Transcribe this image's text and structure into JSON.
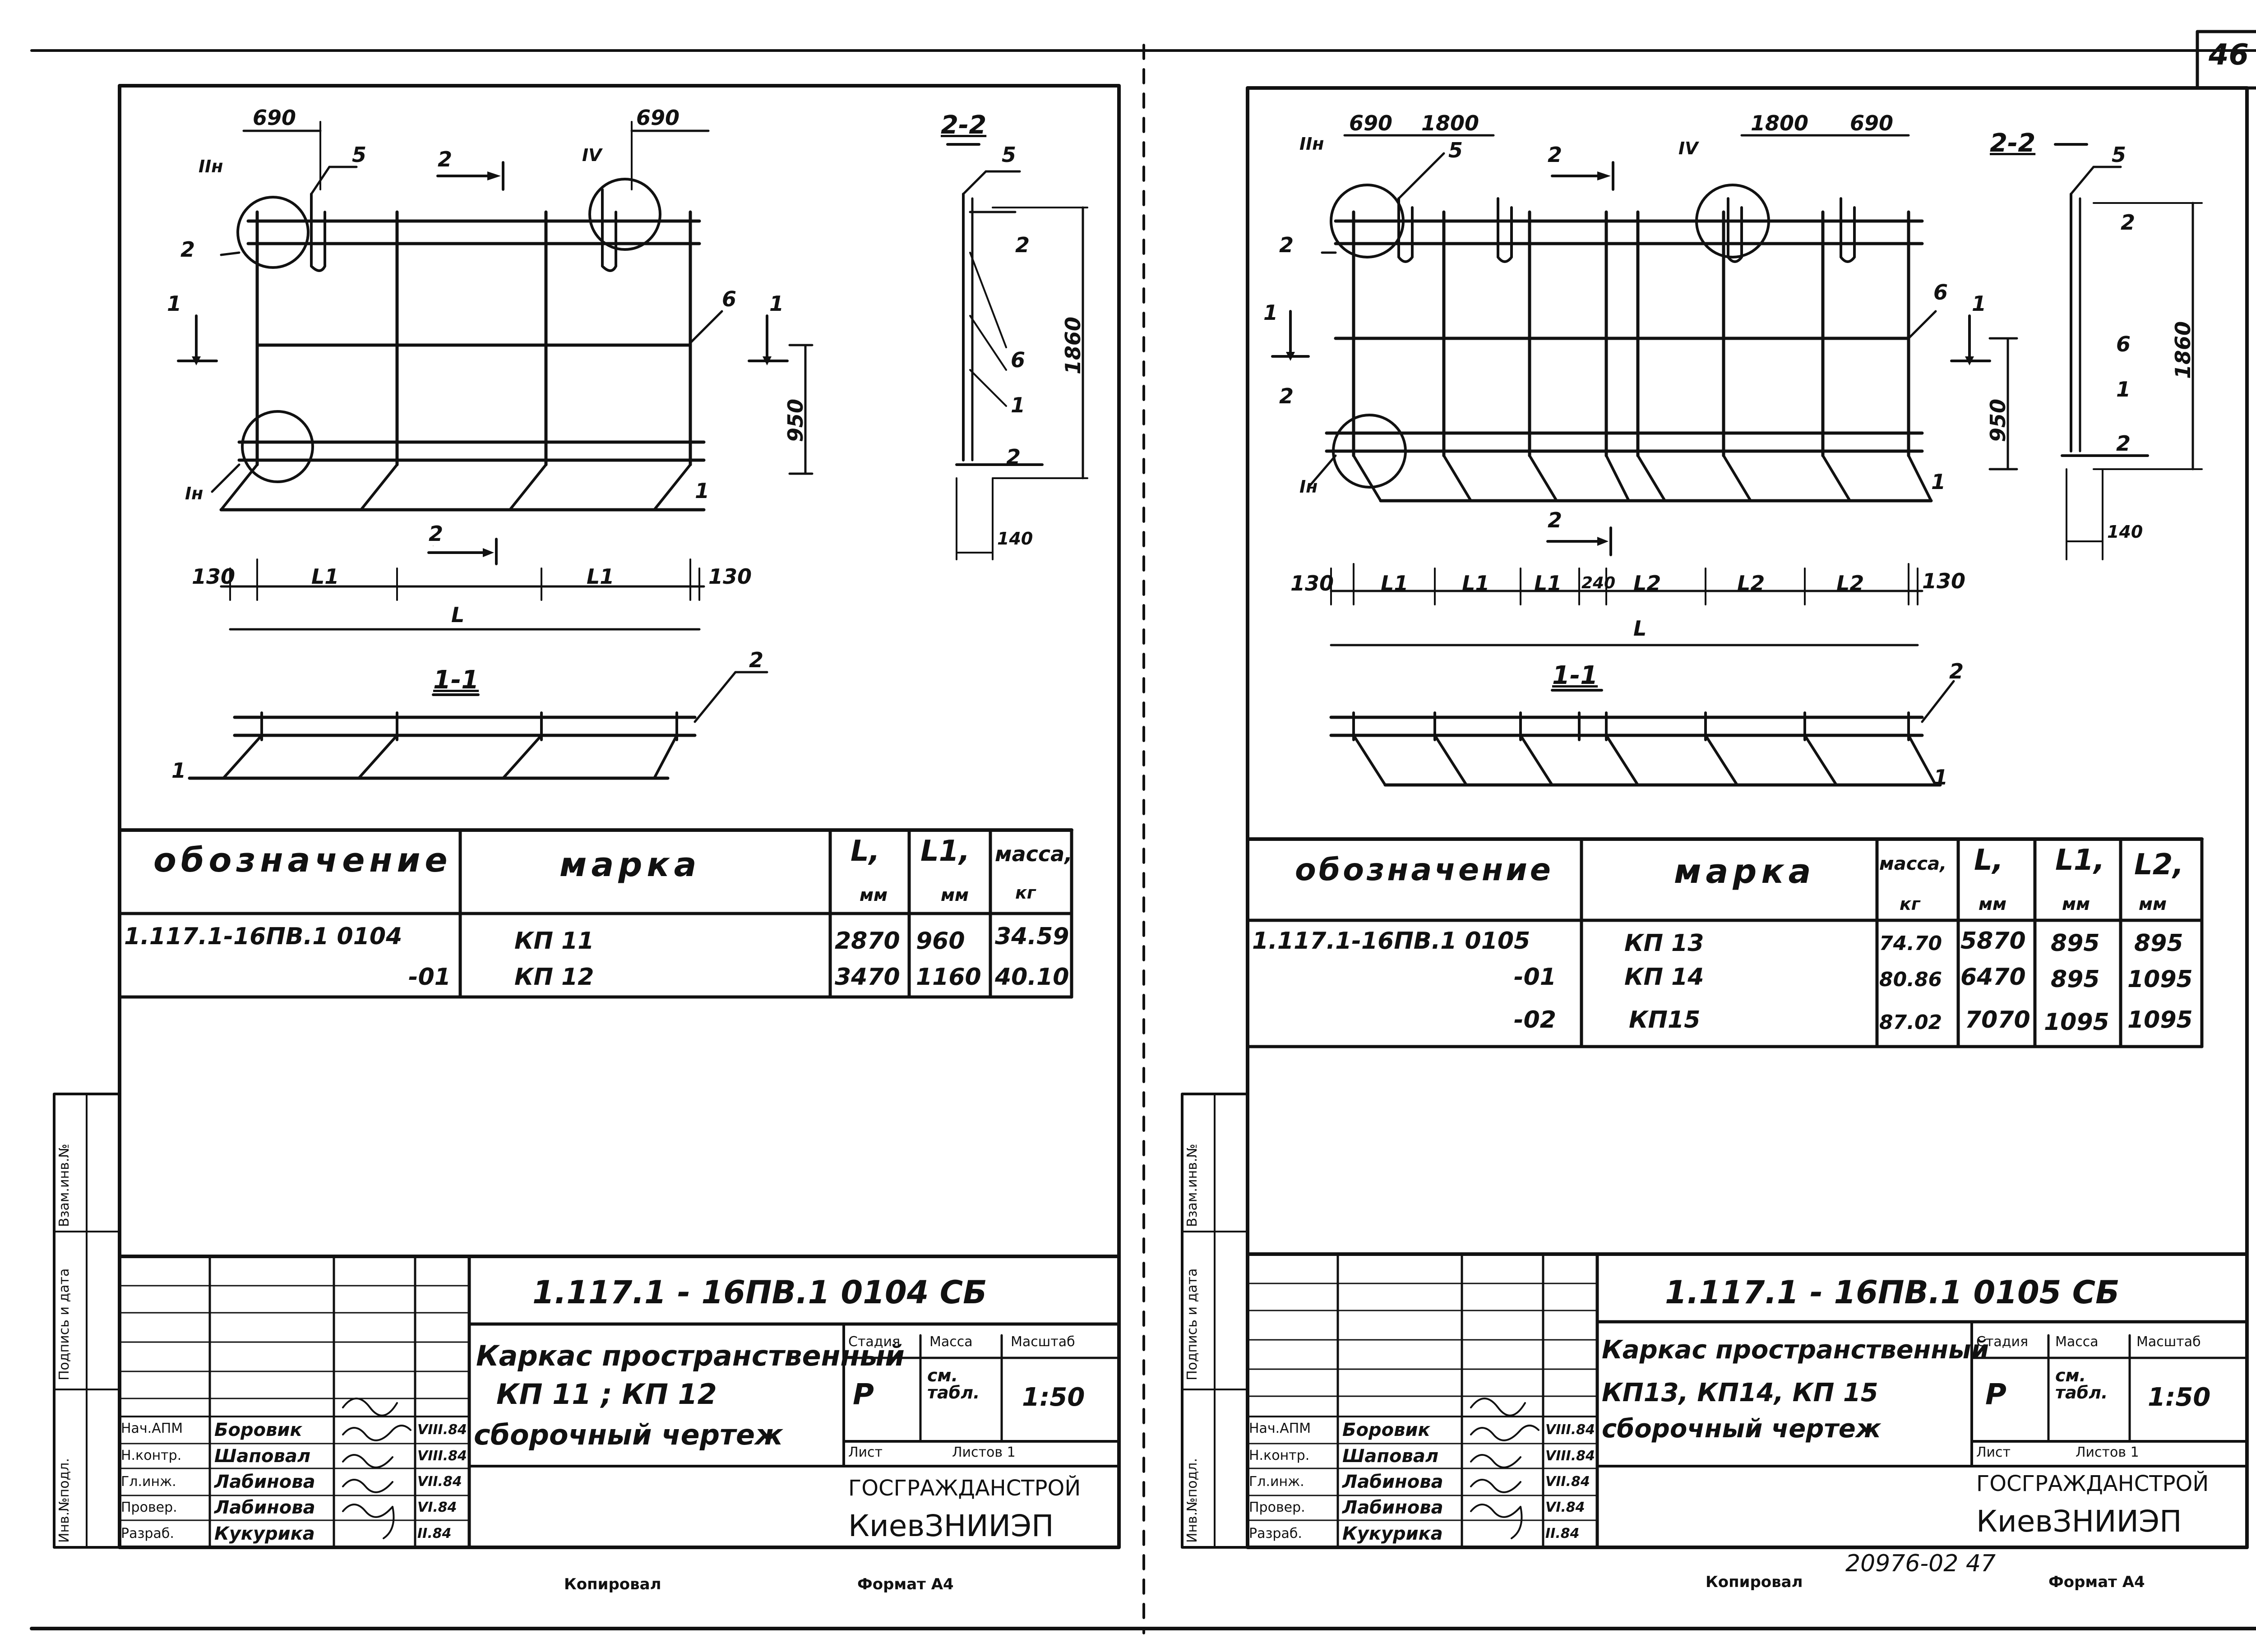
{
  "page_number": "46",
  "footer": {
    "copied": "Копировал",
    "format": "Формат А4",
    "archive_number": "20976-02 47"
  },
  "sheets": [
    {
      "drawing": {
        "dims_top": [
          "690",
          "690"
        ],
        "callouts": [
          "IIн",
          "IV",
          "Iн",
          "1",
          "2",
          "5",
          "6"
        ],
        "section_labels": [
          "2-2",
          "1-1"
        ],
        "height_dims": [
          "950",
          "1860",
          "140"
        ],
        "bottom_dims": [
          "130",
          "L1",
          "L1",
          "130"
        ],
        "total": "L"
      },
      "table": {
        "headers": {
          "designation": "обозначение",
          "mark": "марка",
          "L": "L,",
          "L_unit": "мм",
          "L1": "L1,",
          "L1_unit": "мм",
          "mass": "масса,",
          "mass_unit": "кг"
        },
        "rows": [
          {
            "designation": "1.117.1-16ПВ.1 0104",
            "mark": "КП 11",
            "L": "2870",
            "L1": "960",
            "mass": "34.59"
          },
          {
            "designation": "-01",
            "mark": "КП 12",
            "L": "3470",
            "L1": "1160",
            "mass": "40.10"
          }
        ]
      },
      "title_block": {
        "doc_code": "1.117.1 - 16ПВ.1 0104 СБ",
        "title_line1": "Каркас пространственный",
        "title_line2": "КП 11 ; КП 12",
        "title_line3": "сборочный чертеж",
        "stage_label": "Стадия",
        "stage": "Р",
        "mass_label": "Масса",
        "mass": "см. табл.",
        "scale_label": "Масштаб",
        "scale": "1:50",
        "sheet_label": "Лист",
        "sheets_label": "Листов 1",
        "org1": "ГОСГРАЖДАНСТРОЙ",
        "org2": "КиевЗНИИЭП",
        "people": [
          {
            "role": "Нач.АПМ",
            "name": "Боровик",
            "date": "VIII.84"
          },
          {
            "role": "Н.контр.",
            "name": "Шаповал",
            "date": "VIII.84"
          },
          {
            "role": "Гл.инж.",
            "name": "Лабинова",
            "date": "VII.84"
          },
          {
            "role": "Провер.",
            "name": "Лабинова",
            "date": "VI.84"
          },
          {
            "role": "Разраб.",
            "name": "Кукурика",
            "date": "II.84"
          }
        ],
        "side": [
          "Инв.№подл.",
          "Подпись и дата",
          "Взам.инв.№"
        ]
      }
    },
    {
      "drawing": {
        "dims_top": [
          "690",
          "1800",
          "1800",
          "690"
        ],
        "callouts": [
          "IIн",
          "IV",
          "Iн",
          "1",
          "2",
          "5",
          "6"
        ],
        "section_labels": [
          "2-2",
          "1-1"
        ],
        "height_dims": [
          "950",
          "1860",
          "140"
        ],
        "bottom_dims": [
          "130",
          "L1",
          "L1",
          "L1",
          "240",
          "L2",
          "L2",
          "L2",
          "130"
        ],
        "total": "L"
      },
      "table": {
        "headers": {
          "designation": "обозначение",
          "mark": "марка",
          "mass": "масса,",
          "mass_unit": "кг",
          "L": "L,",
          "L_unit": "мм",
          "L1": "L1,",
          "L1_unit": "мм",
          "L2": "L2,",
          "L2_unit": "мм"
        },
        "rows": [
          {
            "designation": "1.117.1-16ПВ.1 0105",
            "mark": "КП 13",
            "mass": "74.70",
            "L": "5870",
            "L1": "895",
            "L2": "895"
          },
          {
            "designation": "-01",
            "mark": "КП 14",
            "mass": "80.86",
            "L": "6470",
            "L1": "895",
            "L2": "1095"
          },
          {
            "designation": "-02",
            "mark": "КП15",
            "mass": "87.02",
            "L": "7070",
            "L1": "1095",
            "L2": "1095"
          }
        ]
      },
      "title_block": {
        "doc_code": "1.117.1 - 16ПВ.1 0105 СБ",
        "title_line1": "Каркас пространственный",
        "title_line2": "КП13, КП14, КП 15",
        "title_line3": "сборочный чертеж",
        "stage_label": "Стадия",
        "stage": "Р",
        "mass_label": "Масса",
        "mass": "см. табл.",
        "scale_label": "Масштаб",
        "scale": "1:50",
        "sheet_label": "Лист",
        "sheets_label": "Листов 1",
        "org1": "ГОСГРАЖДАНСТРОЙ",
        "org2": "КиевЗНИИЭП",
        "people": [
          {
            "role": "Нач.АПМ",
            "name": "Боровик",
            "date": "VIII.84"
          },
          {
            "role": "Н.контр.",
            "name": "Шаповал",
            "date": "VIII.84"
          },
          {
            "role": "Гл.инж.",
            "name": "Лабинова",
            "date": "VII.84"
          },
          {
            "role": "Провер.",
            "name": "Лабинова",
            "date": "VI.84"
          },
          {
            "role": "Разраб.",
            "name": "Кукурика",
            "date": "II.84"
          }
        ],
        "side": [
          "Инв.№подл.",
          "Подпись и дата",
          "Взам.инв.№"
        ]
      }
    }
  ]
}
